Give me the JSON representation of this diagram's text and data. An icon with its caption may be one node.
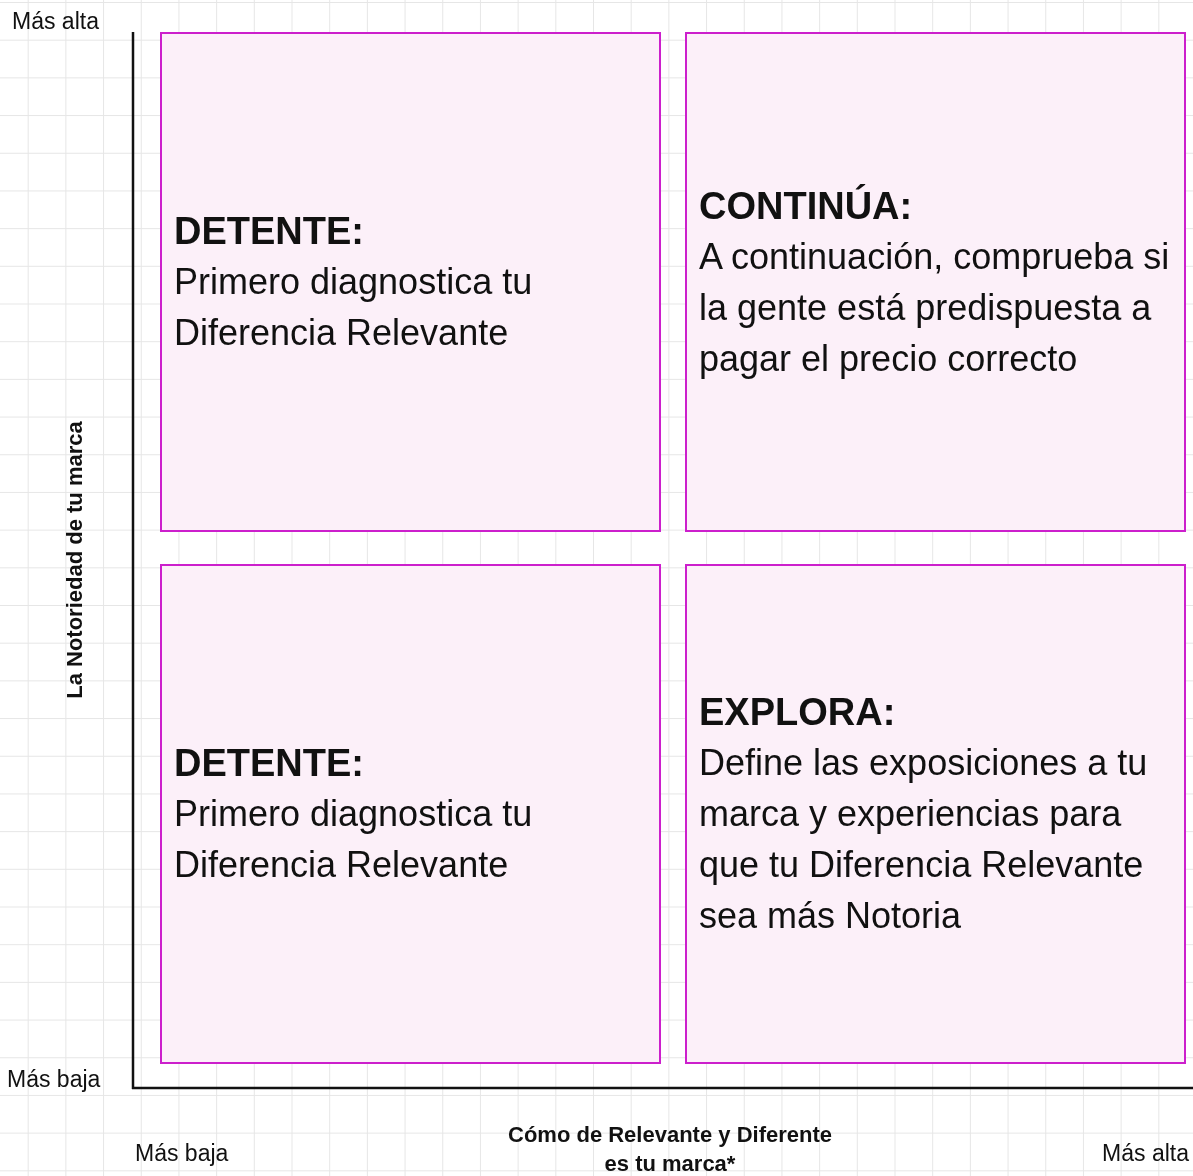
{
  "diagram": {
    "nodes": [
      {
        "text": [
          "DETENTE:",
          "Primero diagnostica tu Diferencia Relevante"
        ]
      },
      {
        "text": [
          "CONTINÚA:",
          "A continuación, comprueba si la gente está predispuesta a pagar el precio correcto"
        ]
      },
      {
        "text": [
          "DETENTE:",
          "Primero diagnostica tu Diferencia Relevante"
        ]
      },
      {
        "text": [
          "EXPLORA:",
          "Define las exposiciones a tu marca y experiencias para que tu Diferencia Relevante sea más Notoria"
        ]
      }
    ],
    "edges": [],
    "labels": [
      "Más alta",
      "La Notoriedad de tu marca",
      "Más baja",
      "Más baja",
      "Cómo de Relevante y Diferente es tu marca*",
      "Más alta"
    ]
  }
}
